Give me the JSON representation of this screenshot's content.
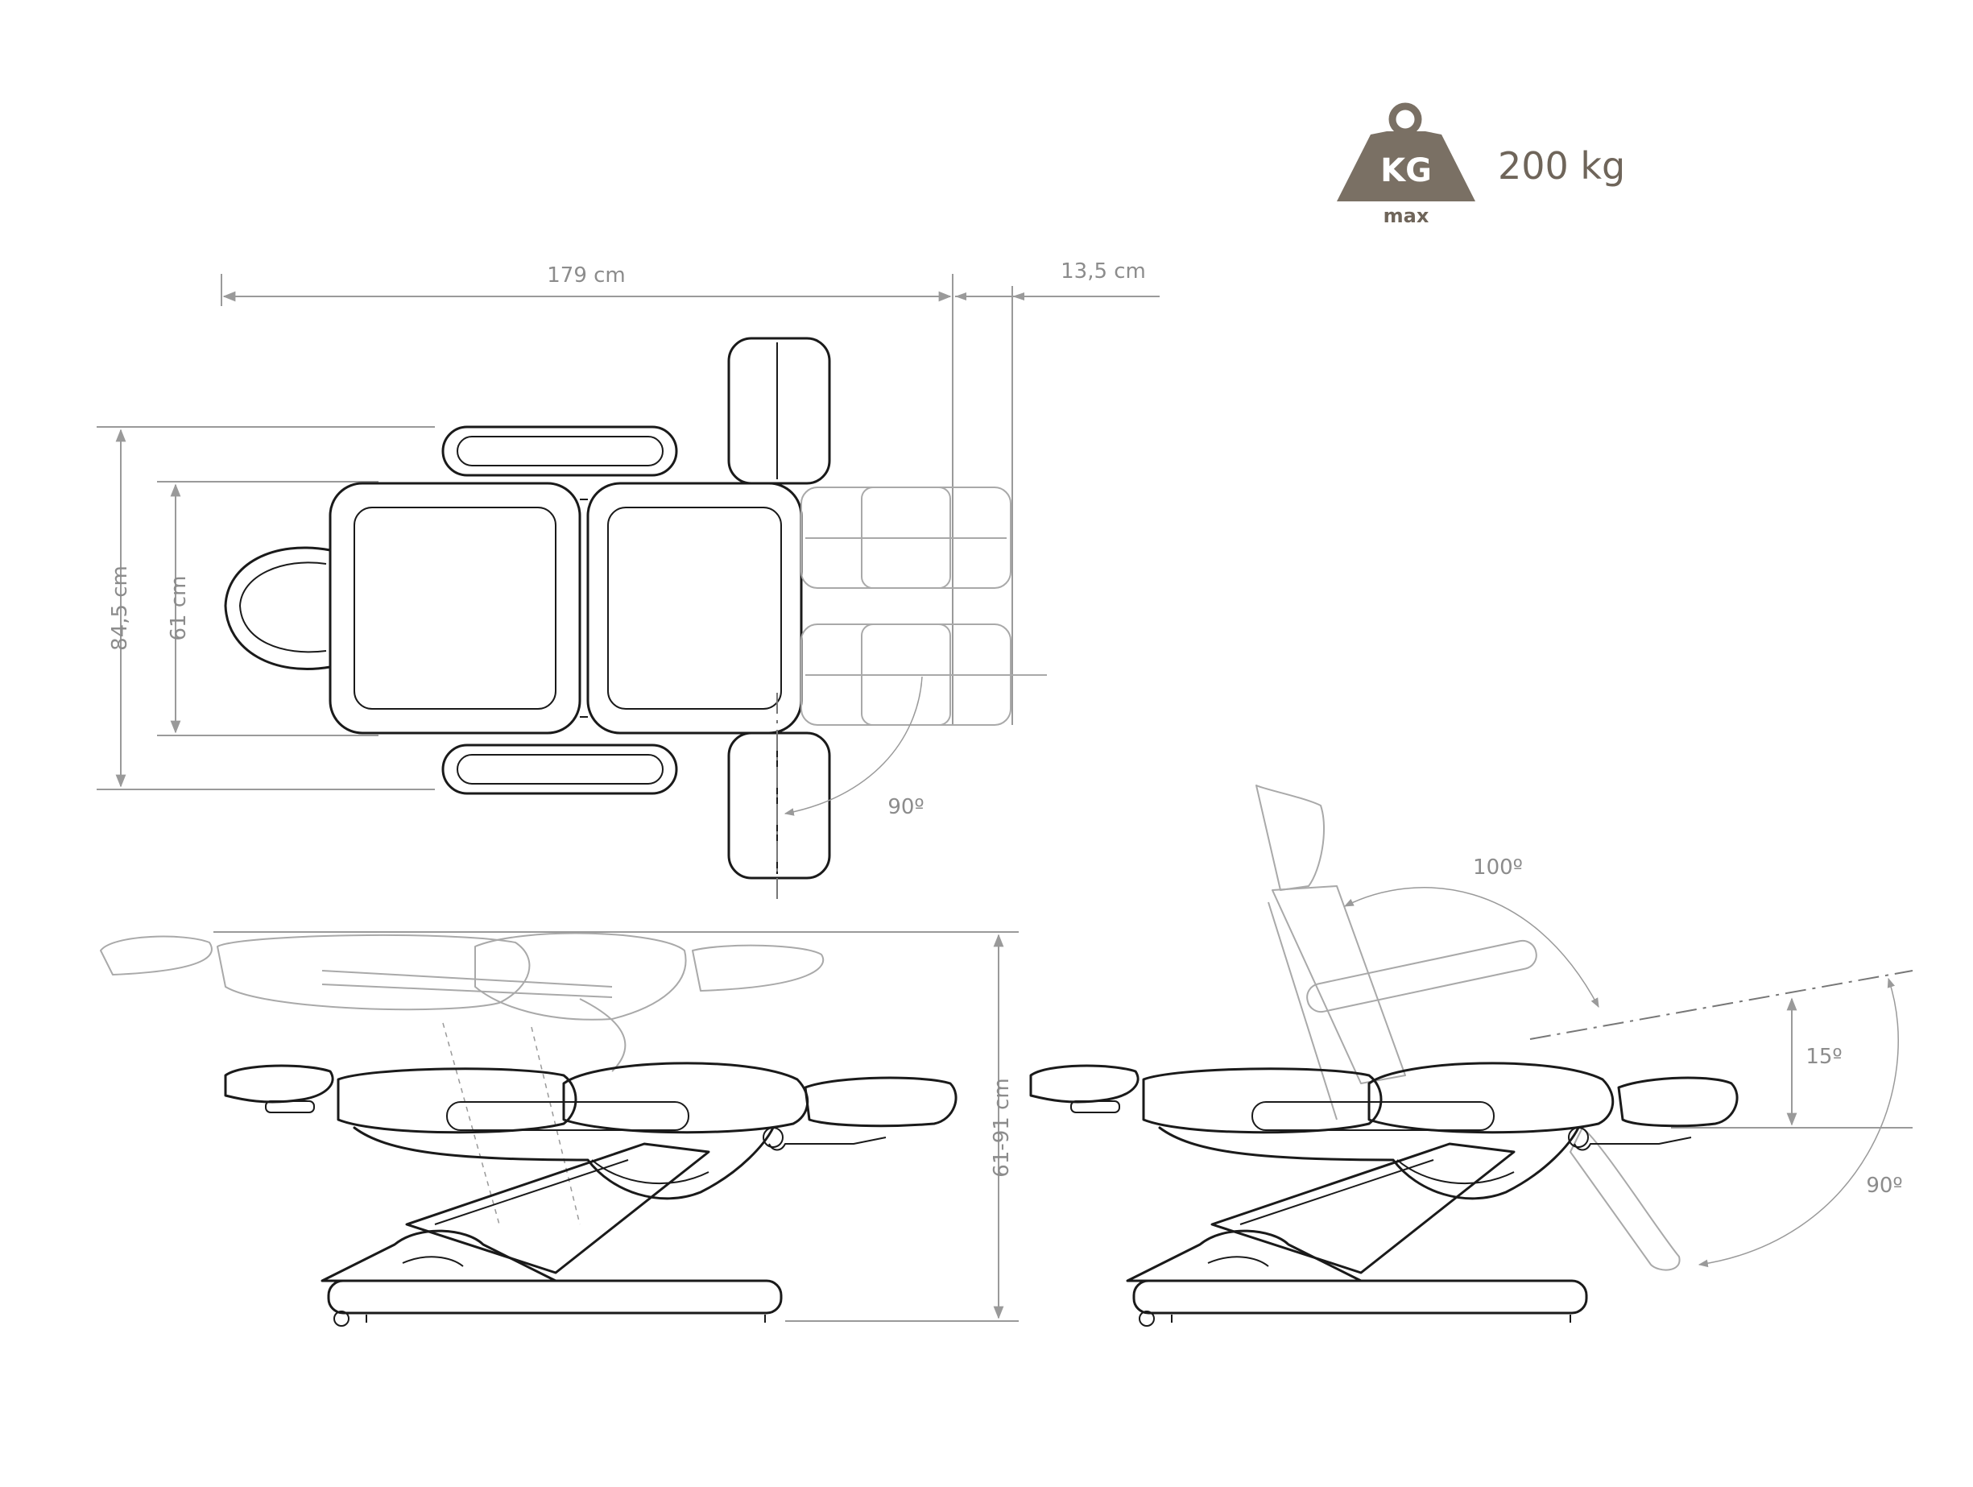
{
  "weight_badge": {
    "icon": "weight-icon",
    "unit_label": "KG",
    "sub_label": "max",
    "value": "200 kg",
    "color": "#7a7064"
  },
  "dimensions": {
    "length": "179 cm",
    "extension": "13,5 cm",
    "total_width": "84,5 cm",
    "seat_width": "61 cm",
    "height_range": "61-91 cm"
  },
  "angles": {
    "legrest_swing": "90º",
    "backrest_tilt": "100º",
    "seat_tilt": "15º",
    "legrest_drop": "90º"
  }
}
